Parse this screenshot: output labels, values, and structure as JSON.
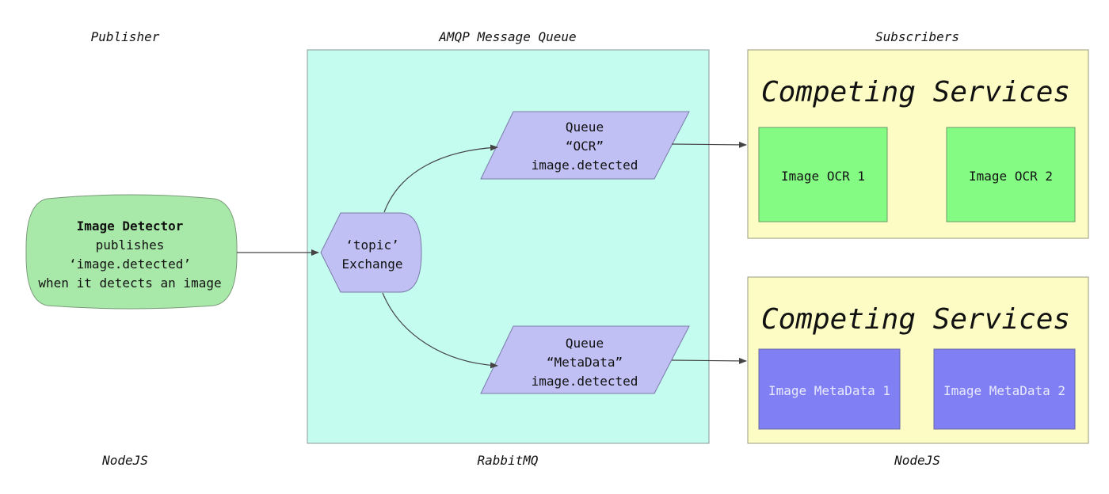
{
  "columns": {
    "publisher_label": "Publisher",
    "queue_label": "AMQP Message Queue",
    "subscribers_label": "Subscribers",
    "publisher_tech": "NodeJS",
    "queue_tech": "RabbitMQ",
    "subscribers_tech": "NodeJS"
  },
  "publisher": {
    "title": "Image Detector",
    "line1": "publishes",
    "line2": "‘image.detected’",
    "line3": "when it detects an image"
  },
  "exchange": {
    "line1": "‘topic’",
    "line2": "Exchange"
  },
  "queues": [
    {
      "line1": "Queue",
      "line2": "“OCR”",
      "line3": "image.detected"
    },
    {
      "line1": "Queue",
      "line2": "“MetaData”",
      "line3": "image.detected"
    }
  ],
  "groups": [
    {
      "title": "Competing Services",
      "services": [
        "Image OCR 1",
        "Image OCR 2"
      ]
    },
    {
      "title": "Competing Services",
      "services": [
        "Image MetaData 1",
        "Image MetaData 2"
      ]
    }
  ],
  "colors": {
    "publisher_fill": "#a8e8a8",
    "queue_area_fill": "#c4fcf0",
    "shape_fill": "#c0c0f4",
    "subscriber_area_fill": "#fcfcc4",
    "ocr_service_fill": "#84fc84",
    "meta_service_fill": "#8080f4"
  }
}
